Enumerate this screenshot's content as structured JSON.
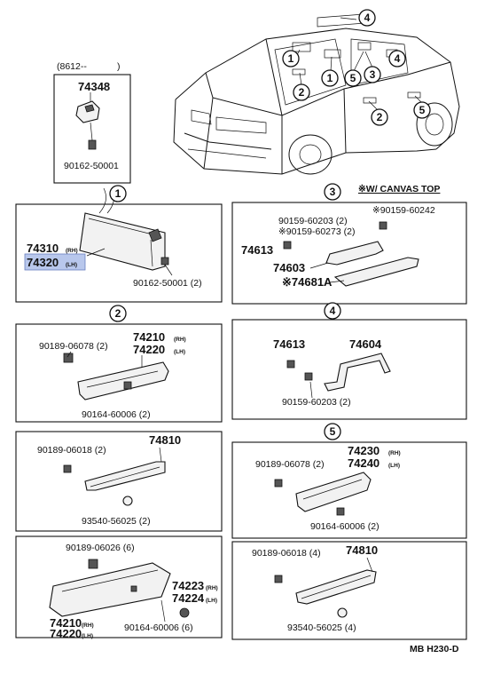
{
  "header": {
    "range_label": "(8612--",
    "range_close": ")",
    "canvas_top_note": "※W/ CANVAS TOP"
  },
  "car_callouts": [
    "4",
    "1",
    "1",
    "5",
    "3",
    "4",
    "2",
    "2",
    "5"
  ],
  "panels": {
    "p1": {
      "num": "1",
      "parts": [
        "74310",
        "74320",
        "90162-50001 (2)"
      ],
      "tags": [
        "(RH)",
        "(LH)"
      ]
    },
    "p2": {
      "num": "2",
      "parts": [
        "90189-06078 (2)",
        "74210",
        "74220",
        "90164-60006 (2)"
      ],
      "tags": [
        "(RH)",
        "(LH)"
      ]
    },
    "p2b": {
      "parts": [
        "90189-06018 (2)",
        "74810",
        "93540-56025 (2)"
      ]
    },
    "p2c": {
      "parts": [
        "90189-06026 (6)",
        "74223",
        "74224",
        "74210",
        "74220",
        "90164-60006 (6)"
      ],
      "tags": [
        "(RH)",
        "(LH)",
        "(RH)",
        "(LH)"
      ]
    },
    "p3": {
      "num": "3",
      "parts": [
        "90159-60203 (2)",
        "※90159-60242",
        "※90159-60273 (2)",
        "74613",
        "74603",
        "※74681A"
      ]
    },
    "p4": {
      "num": "4",
      "parts": [
        "74613",
        "74604",
        "90159-60203 (2)"
      ]
    },
    "p5": {
      "num": "5",
      "parts": [
        "90189-06078 (2)",
        "74230",
        "74240",
        "90164-60006 (2)"
      ],
      "tags": [
        "(RH)",
        "(LH)"
      ]
    },
    "p5b": {
      "parts": [
        "90189-06018 (4)",
        "74810",
        "93540-56025 (4)"
      ]
    }
  },
  "top_inset": {
    "parts": [
      "74348",
      "90162-50001"
    ]
  },
  "footer": {
    "code": "MB  H230-D"
  }
}
